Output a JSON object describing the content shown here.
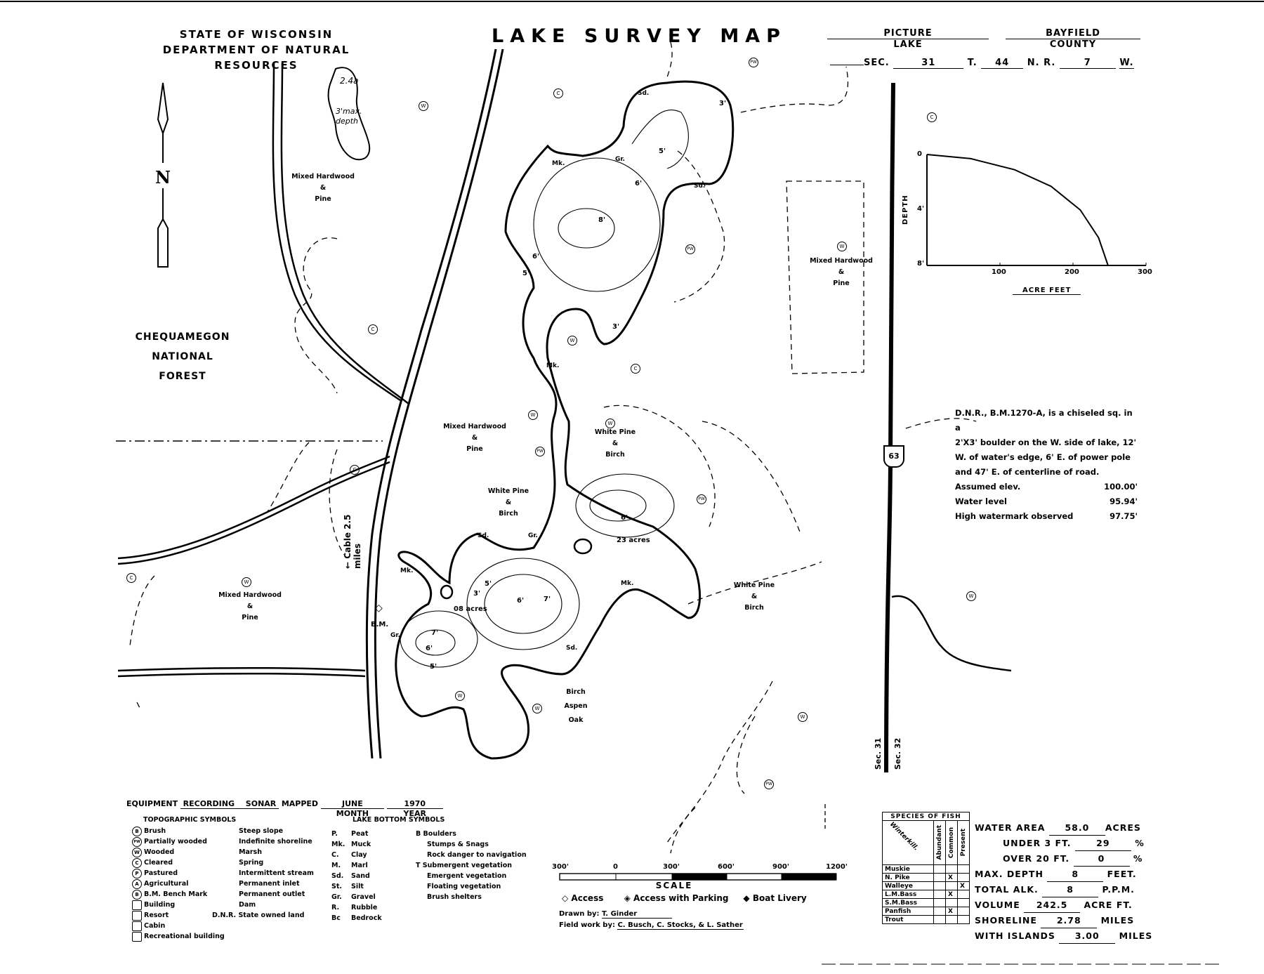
{
  "header": {
    "agency_line1": "STATE OF WISCONSIN",
    "agency_line2": "DEPARTMENT OF NATURAL RESOURCES",
    "title": "LAKE SURVEY MAP",
    "lake_name": "PICTURE",
    "lake_label": "LAKE",
    "county_name": "BAYFIELD",
    "county_label": "COUNTY",
    "sec_label": "SEC.",
    "sec": "31",
    "t_label": "T.",
    "t": "44",
    "n_label": "N.",
    "r_label": "R.",
    "r": "7",
    "w_label": "W."
  },
  "map_labels": {
    "north": "N",
    "pond_area": "2.4a",
    "pond_depth": "3'max. depth",
    "forest_line1": "CHEQUAMEGON",
    "forest_line2": "NATIONAL",
    "forest_line3": "FOREST",
    "veg_mixed": "Mixed Hardwood",
    "veg_and": "&",
    "veg_pine": "Pine",
    "veg_white_pine": "White Pine",
    "veg_birch": "Birch",
    "veg_aspen": "Aspen",
    "veg_oak": "Oak",
    "cable": "Cable 2.5 miles",
    "bm": "B.M.",
    "island1": "23 acres",
    "island2": "08 acres",
    "depth_8": "8'",
    "depth_7": "7'",
    "depth_6": "6'",
    "depth_5": "5'",
    "depth_3": "3'",
    "sec31": "Sec. 31",
    "sec32": "Sec. 32",
    "highway": "63",
    "sym_w": "W",
    "sym_c": "C",
    "sym_pw": "PW",
    "bottom_sd": "Sd.",
    "bottom_gr": "Gr.",
    "bottom_mk": "Mk."
  },
  "depth_chart": {
    "ylabel": "DEPTH",
    "xlabel": "ACRE FEET",
    "y_ticks": [
      "0",
      "4'",
      "8'"
    ],
    "x_ticks": [
      "100",
      "200",
      "300"
    ]
  },
  "chart_data": {
    "type": "line",
    "title": "",
    "xlabel": "ACRE FEET",
    "ylabel": "DEPTH",
    "xlim": [
      0,
      300
    ],
    "ylim": [
      0,
      8
    ],
    "y_inverted": true,
    "x": [
      0,
      60,
      120,
      170,
      210,
      235,
      248
    ],
    "series": [
      {
        "values": [
          0,
          0.3,
          1.1,
          2.3,
          4.0,
          6.0,
          8.0
        ]
      }
    ]
  },
  "benchmark_note": {
    "line1": "D.N.R., B.M.1270-A, is a chiseled sq. in a",
    "line2": "2'X3' boulder on the W. side of lake, 12'",
    "line3": "W. of water's edge, 6' E. of power pole",
    "line4": "and 47' E. of centerline of road.",
    "elev_label": "Assumed elev.",
    "elev": "100.00'",
    "water_label": "Water level",
    "water": "95.94'",
    "high_label": "High watermark observed",
    "high": "97.75'"
  },
  "equipment": {
    "label": "EQUIPMENT",
    "value": "RECORDING SONAR",
    "mapped_label": "MAPPED",
    "month": "JUNE",
    "month_label": "MONTH",
    "year": "1970",
    "year_label": "YEAR"
  },
  "topo_symbols": {
    "title": "TOPOGRAPHIC SYMBOLS",
    "items": [
      "Brush",
      "Partially wooded",
      "Wooded",
      "Cleared",
      "Pastured",
      "Agricultural",
      "B.M. Bench Mark",
      "Building",
      "Resort",
      "Cabin",
      "Recreational building"
    ],
    "codes": [
      "B",
      "PW",
      "W",
      "C",
      "P",
      "A",
      "B",
      "",
      "",
      "",
      ""
    ],
    "col2": [
      "Steep slope",
      "Indefinite shoreline",
      "Marsh",
      "Spring",
      "Intermittent stream",
      "Permanent inlet",
      "Permanent outlet",
      "Dam",
      "D.N.R.  State owned land"
    ]
  },
  "bottom_symbols": {
    "title": "LAKE BOTTOM SYMBOLS",
    "codes": [
      "P.",
      "Mk.",
      "C.",
      "M.",
      "Sd.",
      "St.",
      "Gr.",
      "R.",
      "Bc"
    ],
    "names": [
      "Peat",
      "Muck",
      "Clay",
      "Marl",
      "Sand",
      "Silt",
      "Gravel",
      "Rubble",
      "Bedrock"
    ],
    "col2": [
      "B   Boulders",
      "Stumps & Snags",
      "Rock danger to navigation",
      "T   Submergent vegetation",
      "Emergent vegetation",
      "Floating vegetation",
      "Brush shelters"
    ]
  },
  "scale": {
    "label": "SCALE",
    "ticks": [
      "300'",
      "0",
      "300'",
      "600'",
      "900'",
      "1200'"
    ]
  },
  "access": {
    "a1": "Access",
    "a2": "Access with Parking",
    "a3": "Boat Livery"
  },
  "credits": {
    "drawn_label": "Drawn by:",
    "drawn": "T. Ginder",
    "field_label": "Field work by:",
    "field": "C. Busch, C. Stocks, & L. Sather"
  },
  "fish": {
    "title": "SPECIES OF FISH",
    "note": "Winterkill.",
    "col_headers": [
      "Abundant",
      "Common",
      "Present"
    ],
    "species": [
      "Muskie",
      "N. Pike",
      "Walleye",
      "L.M.Bass",
      "S.M.Bass",
      "Panfish",
      "Trout"
    ],
    "marks": [
      [
        "",
        "",
        ""
      ],
      [
        "",
        "X",
        ""
      ],
      [
        "",
        "",
        "X"
      ],
      [
        "",
        "X",
        ""
      ],
      [
        "",
        "",
        ""
      ],
      [
        "",
        "X",
        ""
      ],
      [
        "",
        "",
        ""
      ]
    ]
  },
  "stats": {
    "area_label": "WATER AREA",
    "area": "58.0",
    "area_unit": "ACRES",
    "under3_label": "UNDER 3 FT.",
    "under3": "29",
    "over20_label": "OVER 20 FT.",
    "over20": "0",
    "pct": "%",
    "maxdepth_label": "MAX. DEPTH",
    "maxdepth": "8",
    "maxdepth_unit": "FEET.",
    "alk_label": "TOTAL ALK.",
    "alk": "8",
    "alk_unit": "P.P.M.",
    "volume_label": "VOLUME",
    "volume": "242.5",
    "volume_unit": "ACRE FT.",
    "shore_label": "SHORELINE",
    "shore": "2.78",
    "shore_unit": "MILES",
    "islands_label": "WITH ISLANDS",
    "islands": "3.00",
    "islands_unit": "MILES"
  }
}
